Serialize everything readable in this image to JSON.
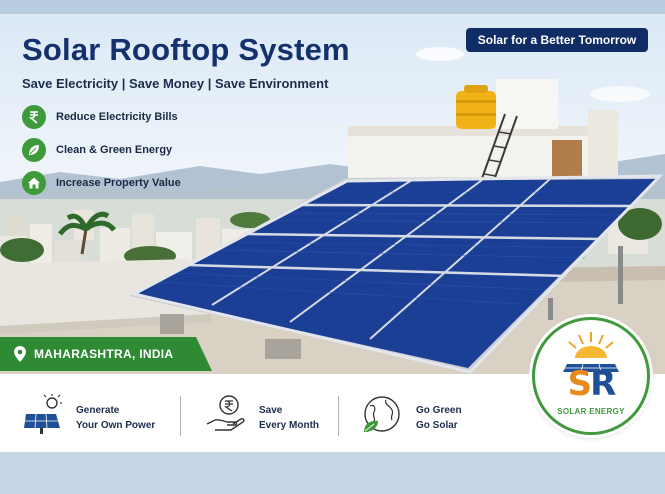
{
  "header": {
    "title": "Solar Rooftop System",
    "subtitle": "Save Electricity  |  Save Money  |  Save Environment",
    "tagline": "Solar for a Better Tomorrow"
  },
  "benefits": [
    {
      "label": "Reduce Electricity Bills",
      "icon": "rupee-icon"
    },
    {
      "label": "Clean & Green Energy",
      "icon": "leaf-icon"
    },
    {
      "label": "Increase Property Value",
      "icon": "house-icon"
    }
  ],
  "location": {
    "label": "MAHARASHTRA, INDIA",
    "icon": "map-pin-icon"
  },
  "features": [
    {
      "line1": "Generate",
      "line2": "Your Own Power",
      "icon": "solar-panel-sun-icon"
    },
    {
      "line1": "Save",
      "line2": "Every Month",
      "icon": "rupee-hand-icon"
    },
    {
      "line1": "Go Green",
      "line2": "Go Solar",
      "icon": "globe-leaf-icon"
    }
  ],
  "logo": {
    "letters_s": "S",
    "letters_r": "R",
    "text": "SOLAR ENERGY"
  },
  "colors": {
    "navy": "#14306d",
    "green": "#3f9a3c",
    "orange": "#e8891b",
    "panel_blue": "#1c3f96",
    "tank_yellow": "#f2b319"
  }
}
